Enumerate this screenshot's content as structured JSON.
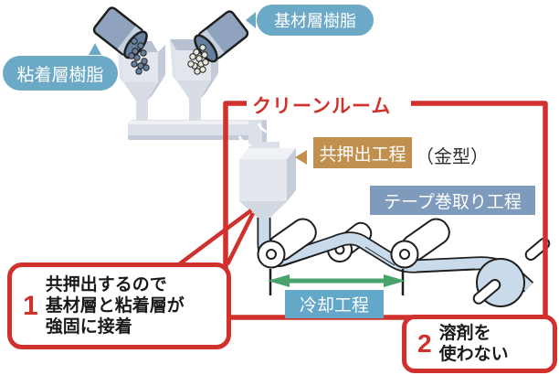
{
  "bubbles": {
    "adhesive": "粘着層樹脂",
    "base": "基材層樹脂"
  },
  "clean_room_title": "クリーンルーム",
  "process_labels": {
    "coextrusion": "共押出工程",
    "mold": "（金型）",
    "winding": "テープ巻取り工程",
    "cooling": "冷却工程"
  },
  "callouts": {
    "point1": {
      "number": "1",
      "line1": "共押出するので",
      "line2": "基材層と粘着層が",
      "line3": "強固に接着"
    },
    "point2": {
      "number": "2",
      "line1": "溶剤を",
      "line2": "使わない"
    }
  },
  "colors": {
    "red": "#D0312D",
    "gold": "#C2904E",
    "label_blue": "#6CA9C6",
    "winding_blue": "#7E9BBD",
    "cooling_blue": "#63A8C8",
    "green": "#48A26B",
    "tape_blue": "#C9DBEA"
  }
}
